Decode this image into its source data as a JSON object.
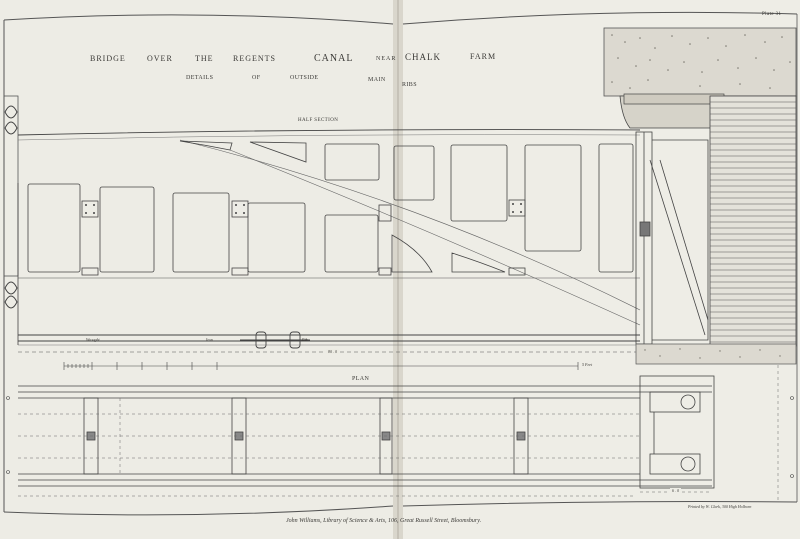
{
  "plate_label": "Plate 31",
  "title_line1": [
    "BRIDGE",
    "OVER",
    "THE",
    "REGENTS",
    "CANAL",
    "NEAR",
    "CHALK",
    "FARM"
  ],
  "title_line2": [
    "DETAILS",
    "OF",
    "OUTSIDE",
    "MAIN",
    "RIBS"
  ],
  "half_section_label": "HALF SECTION",
  "plan_label": "PLAN",
  "rib_labels": [
    "Wrought",
    "Iron",
    "Rib"
  ],
  "dimension_span": "80 . 0",
  "scale_feet": "5 Feet",
  "dimension_width": "6 . 0",
  "printer_credit": "Printed by W. Clark, 300 High Holborn",
  "publisher_line": "John Williams, Library of Science & Arts, 106, Great Russell Street, Bloomsbury."
}
